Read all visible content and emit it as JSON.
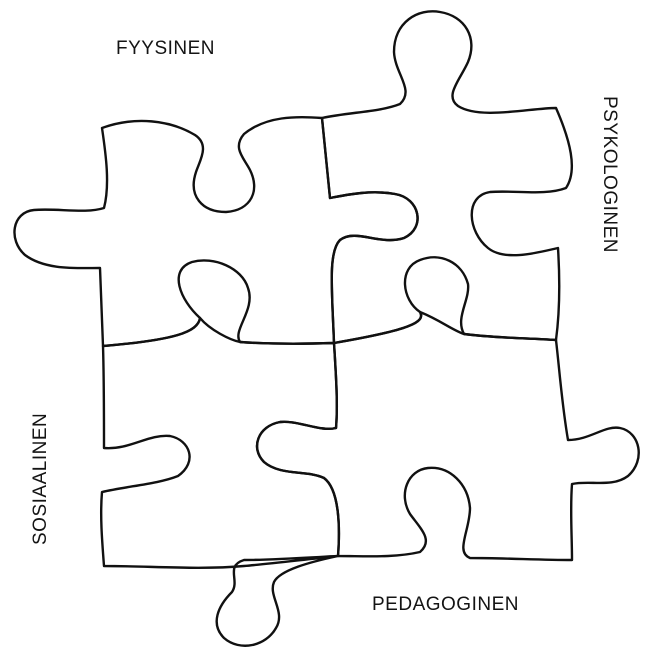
{
  "labels": {
    "top": "FYYSINEN",
    "right": "PSYKOLOGINEN",
    "left": "SOSIAALINEN",
    "bottom": "PEDAGOGINEN"
  },
  "colors": {
    "stroke": "#111111",
    "text": "#141414",
    "background": "#ffffff"
  }
}
